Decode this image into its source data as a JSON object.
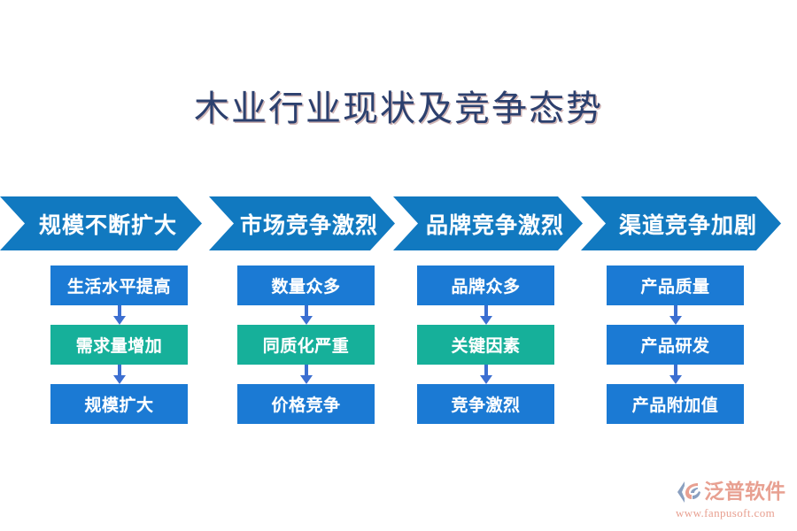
{
  "slide": {
    "background_color": "#ffffff",
    "title": "木业行业现状及竞争态势",
    "title_color": "#2c406e"
  },
  "colors": {
    "chevron_blue": "#1179c0",
    "box_blue": "#1b7ad4",
    "box_teal": "#16b09a",
    "arrow_blue": "#3c6fd1",
    "logo_salmon": "#e8a091",
    "logo_mark_blue": "#8aa0c0"
  },
  "chevrons": [
    {
      "label": "规模不断扩大"
    },
    {
      "label": "市场竞争激烈"
    },
    {
      "label": "品牌竞争激烈"
    },
    {
      "label": "渠道竞争加剧"
    }
  ],
  "columns": [
    {
      "heading": "规模不断扩大",
      "nodes": [
        {
          "label": "生活水平提高",
          "style": "blue"
        },
        {
          "label": "需求量增加",
          "style": "teal"
        },
        {
          "label": "规模扩大",
          "style": "blue"
        }
      ]
    },
    {
      "heading": "市场竞争激烈",
      "nodes": [
        {
          "label": "数量众多",
          "style": "blue"
        },
        {
          "label": "同质化严重",
          "style": "teal"
        },
        {
          "label": "价格竞争",
          "style": "blue"
        }
      ]
    },
    {
      "heading": "品牌竞争激烈",
      "nodes": [
        {
          "label": "品牌众多",
          "style": "blue"
        },
        {
          "label": "关键因素",
          "style": "teal"
        },
        {
          "label": "竞争激烈",
          "style": "blue"
        }
      ]
    },
    {
      "heading": "渠道竞争加剧",
      "nodes": [
        {
          "label": "产品质量",
          "style": "blue"
        },
        {
          "label": "产品研发",
          "style": "blue"
        },
        {
          "label": "产品附加值",
          "style": "blue"
        }
      ]
    }
  ],
  "logo": {
    "brand": "泛普软件",
    "url": "www.fanpusoft.com"
  }
}
